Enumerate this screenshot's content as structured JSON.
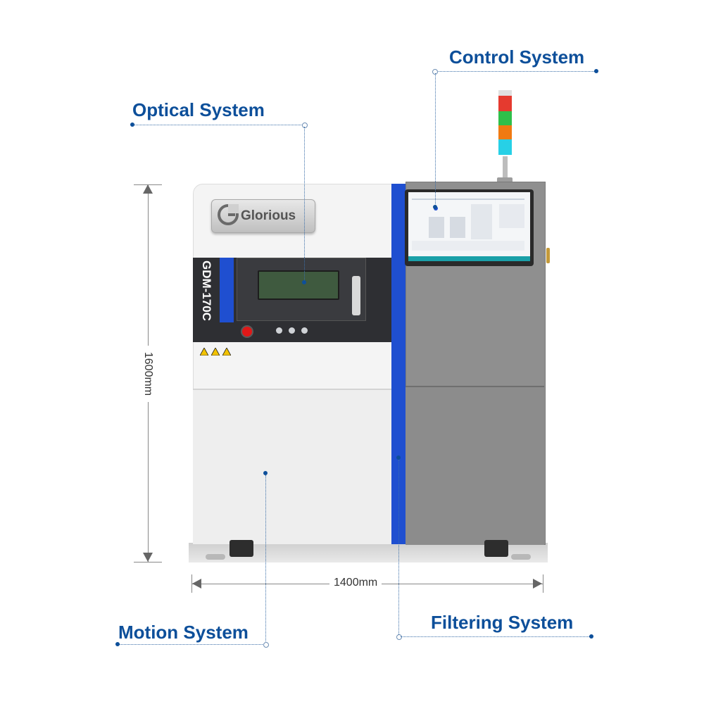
{
  "callouts": {
    "control": "Control System",
    "optical": "Optical System",
    "motion": "Motion System",
    "filtering": "Filtering System"
  },
  "machine": {
    "brand": "Glorious",
    "model": "GDM-170C"
  },
  "dimensions": {
    "height": "1600mm",
    "width": "1400mm"
  },
  "colors": {
    "callout_text": "#0d4f9a",
    "accent_blue": "#1f4fd0",
    "tower_red": "#e53a2f",
    "tower_green": "#2fbf4a",
    "tower_orange": "#f07a12",
    "tower_cyan": "#27d0e6"
  }
}
